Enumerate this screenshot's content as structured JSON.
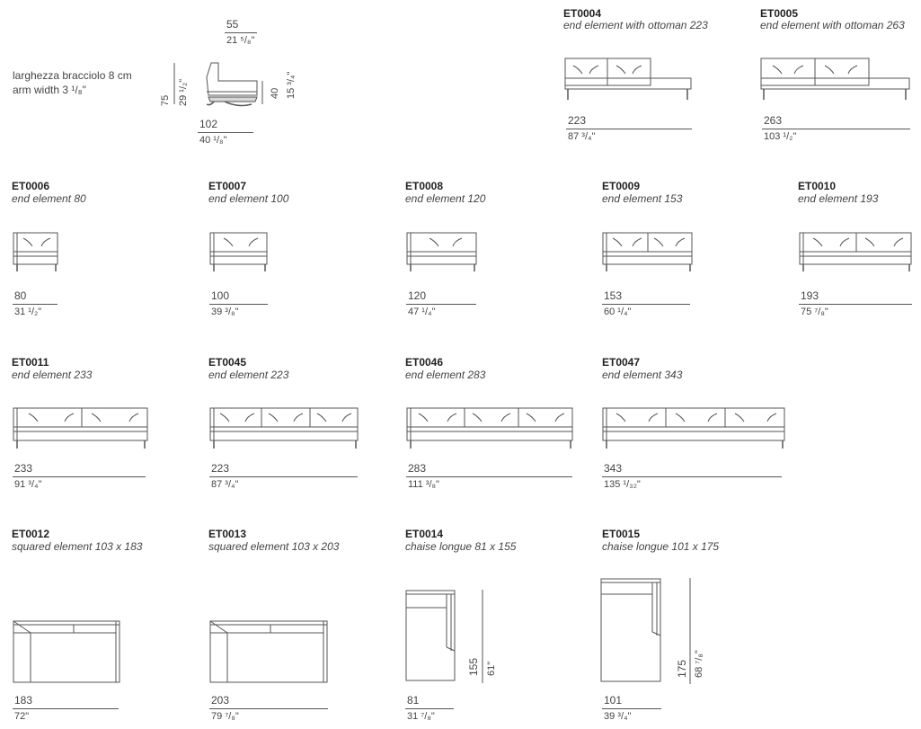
{
  "side_view": {
    "note_it": "larghezza bracciolo 8 cm",
    "note_en": "arm width 3 ¹/₈\"",
    "depth_top_cm": "55",
    "depth_top_in": "21 ⁵/₈\"",
    "depth_cm": "102",
    "depth_in": "40 ¹/₈\"",
    "height_cm": "75",
    "height_in": "29 ¹/₂\"",
    "seat_cm": "40",
    "seat_in": "15 ³/₄\""
  },
  "elements": [
    {
      "code": "ET0004",
      "desc": "end element with ottoman 223",
      "cm": "223",
      "inch": "87 ³/₄\""
    },
    {
      "code": "ET0005",
      "desc": "end element with ottoman 263",
      "cm": "263",
      "inch": "103 ¹/₂\""
    },
    {
      "code": "ET0006",
      "desc": "end element 80",
      "cm": "80",
      "inch": "31 ¹/₂\""
    },
    {
      "code": "ET0007",
      "desc": "end element 100",
      "cm": "100",
      "inch": "39 ³/₈\""
    },
    {
      "code": "ET0008",
      "desc": "end element 120",
      "cm": "120",
      "inch": "47 ¹/₄\""
    },
    {
      "code": "ET0009",
      "desc": "end element 153",
      "cm": "153",
      "inch": "60 ¹/₄\""
    },
    {
      "code": "ET0010",
      "desc": "end element 193",
      "cm": "193",
      "inch": "75 ⁷/₈\""
    },
    {
      "code": "ET0011",
      "desc": "end element 233",
      "cm": "233",
      "inch": "91 ³/₄\""
    },
    {
      "code": "ET0045",
      "desc": "end element 223",
      "cm": "223",
      "inch": "87 ³/₄\""
    },
    {
      "code": "ET0046",
      "desc": "end element 283",
      "cm": "283",
      "inch": "111 ³/₈\""
    },
    {
      "code": "ET0047",
      "desc": "end element 343",
      "cm": "343",
      "inch": "135 ¹/₃₂\""
    },
    {
      "code": "ET0012",
      "desc": "squared element 103 x 183",
      "cm": "183",
      "inch": "72\""
    },
    {
      "code": "ET0013",
      "desc": "squared element 103 x 203",
      "cm": "203",
      "inch": "79 ⁷/₈\""
    },
    {
      "code": "ET0014",
      "desc": "chaise longue 81 x 155",
      "cm": "81",
      "inch": "31 ⁷/₈\"",
      "v_cm": "155",
      "v_inch": "61\""
    },
    {
      "code": "ET0015",
      "desc": "chaise longue 101 x 175",
      "cm": "101",
      "inch": "39 ³/₄\"",
      "v_cm": "175",
      "v_inch": "68 ⁷/₈\""
    }
  ]
}
